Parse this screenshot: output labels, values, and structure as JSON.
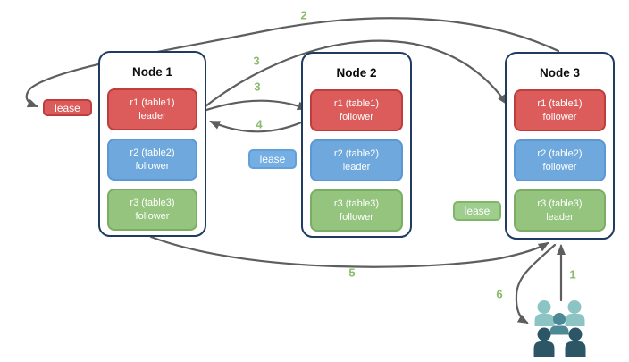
{
  "nodes": [
    {
      "title": "Node 1",
      "replicas": [
        {
          "name": "r1 (table1)",
          "role": "leader",
          "color": "red"
        },
        {
          "name": "r2 (table2)",
          "role": "follower",
          "color": "blue"
        },
        {
          "name": "r3 (table3)",
          "role": "follower",
          "color": "green"
        }
      ]
    },
    {
      "title": "Node 2",
      "replicas": [
        {
          "name": "r1 (table1)",
          "role": "follower",
          "color": "red"
        },
        {
          "name": "r2 (table2)",
          "role": "leader",
          "color": "blue"
        },
        {
          "name": "r3 (table3)",
          "role": "follower",
          "color": "green"
        }
      ]
    },
    {
      "title": "Node 3",
      "replicas": [
        {
          "name": "r1 (table1)",
          "role": "follower",
          "color": "red"
        },
        {
          "name": "r2 (table2)",
          "role": "follower",
          "color": "blue"
        },
        {
          "name": "r3 (table3)",
          "role": "leader",
          "color": "green"
        }
      ]
    }
  ],
  "leases": [
    {
      "label": "lease",
      "color": "red",
      "hex": "#DC5B5B"
    },
    {
      "label": "lease",
      "color": "blue",
      "hex": "#74AEE3"
    },
    {
      "label": "lease",
      "color": "green",
      "hex": "#9ECD8D"
    }
  ],
  "steps": {
    "s1": "1",
    "s2": "2",
    "s3a": "3",
    "s3b": "3",
    "s4": "4",
    "s5": "5",
    "s6": "6"
  },
  "icons": {
    "users": "users-icon"
  },
  "colors": {
    "node_border": "#1F3B60",
    "replica_red": "#DC5B5B",
    "replica_red_border": "#BE3E3D",
    "replica_blue": "#6FA8DC",
    "replica_blue_border": "#5B98D4",
    "replica_green": "#94C47E",
    "replica_green_border": "#7BAE64",
    "arrow": "#5E5E5E",
    "step_label": "#89BB6B",
    "users_light": "#8CC4C4",
    "users_mid": "#4D8995",
    "users_dark": "#2C5665"
  }
}
